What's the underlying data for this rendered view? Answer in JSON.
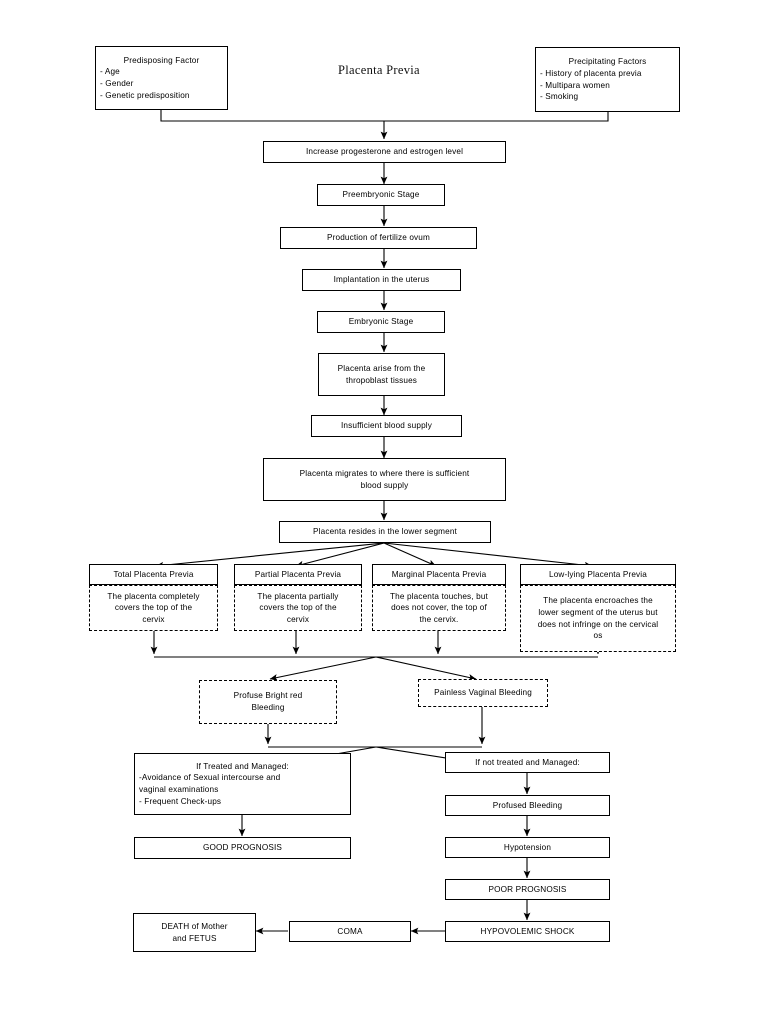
{
  "title": "Placenta Previa",
  "boxes": {
    "predisposing": {
      "heading": "Predisposing Factor",
      "l1": "- Age",
      "l2": "- Gender",
      "l3": "- Genetic predisposition"
    },
    "precipitating": {
      "heading": "Precipitating Factors",
      "l1": "- History of placenta previa",
      "l2": "- Multipara women",
      "l3": "- Smoking"
    },
    "hormones": "Increase progesterone and estrogen level",
    "preembryonic": "Preembryonic Stage",
    "fertilize": "Production of fertilize ovum",
    "implantation": "Implantation in the uterus",
    "embryonic": "Embryonic Stage",
    "trophoblast_l1": "Placenta arise from the",
    "trophoblast_l2": "thropoblast tissues",
    "insufficient": "Insufficient blood supply",
    "migrates_l1": "Placenta migrates to where there is sufficient",
    "migrates_l2": "blood supply",
    "lower_segment": "Placenta resides in the lower segment",
    "types": [
      {
        "header": "Total Placenta Previa",
        "body_l1": "The placenta completely",
        "body_l2": "covers the top of the",
        "body_l3": "cervix",
        "body_l4": ""
      },
      {
        "header": "Partial Placenta Previa",
        "body_l1": "The placenta partially",
        "body_l2": "covers the top of the",
        "body_l3": "cervix",
        "body_l4": ""
      },
      {
        "header": "Marginal Placenta Previa",
        "body_l1": "The placenta touches, but",
        "body_l2": "does not cover, the top of",
        "body_l3": "the cervix.",
        "body_l4": ""
      },
      {
        "header": "Low-lying Placenta Previa",
        "body_l1": "The placenta encroaches the",
        "body_l2": "lower segment of the uterus but",
        "body_l3": "does not infringe on the cervical",
        "body_l4": "os"
      }
    ],
    "profuse_l1": "Profuse Bright red",
    "profuse_l2": "Bleeding",
    "painless": "Painless Vaginal Bleeding",
    "treated_l1": "If Treated and Managed:",
    "treated_l2": "-Avoidance of Sexual intercourse and",
    "treated_l3": "vaginal examinations",
    "treated_l4": "- Frequent Check-ups",
    "good_prognosis": "GOOD PROGNOSIS",
    "not_treated": "If not treated and Managed:",
    "profused_bleeding": "Profused Bleeding",
    "hypotension": "Hypotension",
    "poor_prognosis": "POOR PROGNOSIS",
    "hypovolemic": "HYPOVOLEMIC SHOCK",
    "coma": "COMA",
    "death_l1": "DEATH of Mother",
    "death_l2": "and FETUS"
  },
  "colors": {
    "stroke": "#000000",
    "background": "#ffffff",
    "text": "#000000"
  }
}
